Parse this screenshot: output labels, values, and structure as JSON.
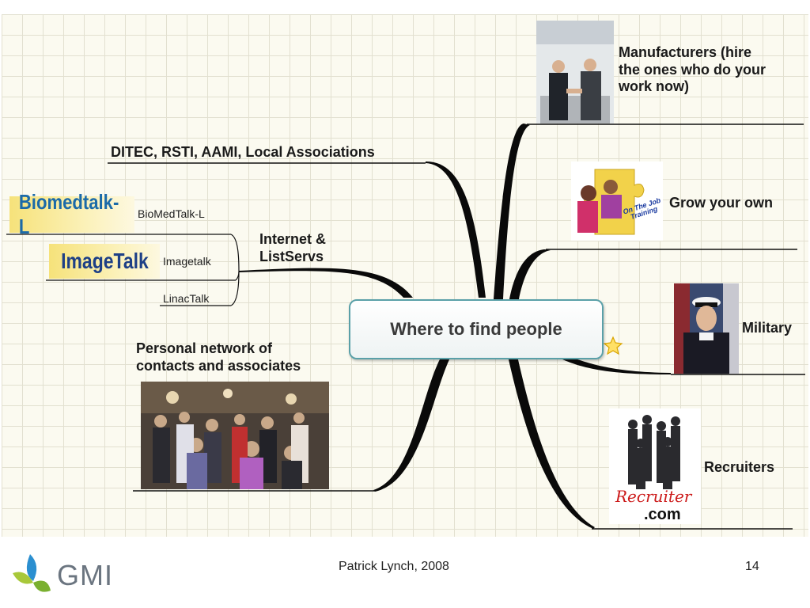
{
  "mindmap": {
    "center": "Where to find people",
    "branches": {
      "associations": "DITEC, RSTI, AAMI, Local Associations",
      "internet_line1": "Internet &",
      "internet_line2": "ListServs",
      "biomedtalk_logo": "Biomedtalk-L",
      "biomedtalk_label": "BioMedTalk-L",
      "imagetalk_logo": "ImageTalk",
      "imagetalk_label": "Imagetalk",
      "linactalk_label": "LinacTalk",
      "personal_line1": "Personal network of",
      "personal_line2": "contacts and associates",
      "manufacturers_line1": "Manufacturers (hire",
      "manufacturers_line2": "the ones who do your",
      "manufacturers_line3": "work now)",
      "grow": "Grow your own",
      "ojt_line1": "On The Job",
      "ojt_line2": "Training",
      "military": "Military",
      "recruiters": "Recruiters",
      "recruiter_logo_top": "Recruiter",
      "recruiter_logo_bottom": ".com"
    }
  },
  "footer": {
    "author": "Patrick Lynch, 2008",
    "page": "14",
    "logo_text": "GMI"
  },
  "colors": {
    "branch": "#0a0a0a",
    "center_border": "#5aa0a8",
    "star": "#f2c500"
  }
}
